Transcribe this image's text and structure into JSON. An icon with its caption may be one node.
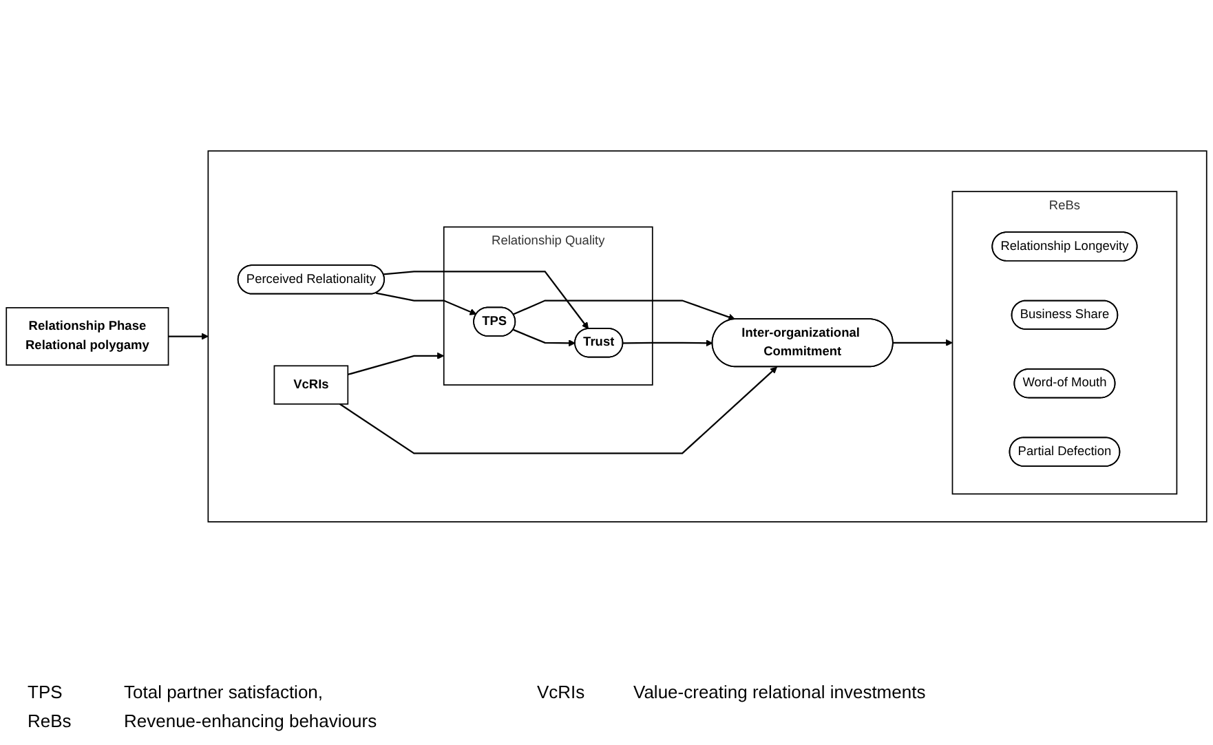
{
  "diagram": {
    "nodes": [
      {
        "text": [],
        "shape": "box"
      },
      {
        "text": [
          "Perceived Relationality"
        ],
        "in": 0
      },
      {
        "text": [
          "Relationship Quality"
        ],
        "in": 0
      },
      {
        "text": [
          "TPS"
        ],
        "in": 2
      },
      {
        "text": [
          "Trust"
        ],
        "in": 2
      },
      {
        "text": [
          "VcRIs"
        ],
        "in": 0
      },
      {
        "text": [
          "Inter-organizational Commitment"
        ],
        "in": 0
      },
      {
        "text": [
          "ReBs"
        ],
        "in": 0
      },
      {
        "text": [
          "Relationship Longevity"
        ],
        "in": 7
      },
      {
        "text": [
          "Business Share"
        ],
        "in": 7
      },
      {
        "text": [
          "Word-of Mouth"
        ],
        "in": 7
      },
      {
        "text": [
          "Partial Defection"
        ],
        "in": 7
      },
      {
        "text": [
          "Relationship Phase",
          "Relational polygamy"
        ]
      }
    ],
    "edges": [
      {
        "from": 1,
        "to": 3,
        "arrow": "to"
      },
      {
        "from": 1,
        "to": 4,
        "arrow": "to"
      },
      {
        "from": 3,
        "to": 4,
        "arrow": "to"
      },
      {
        "from": 3,
        "to": 6,
        "arrow": "to"
      },
      {
        "from": 4,
        "to": 6,
        "arrow": "to"
      },
      {
        "from": 5,
        "to": 2,
        "arrow": "to"
      },
      {
        "from": 5,
        "to": 6,
        "arrow": "to"
      },
      {
        "from": 6,
        "to": 7,
        "arrow": "to"
      },
      {
        "from": 12,
        "to": 0,
        "arrow": "to"
      }
    ],
    "labels": [
      "TPS",
      "Total partner satisfaction,",
      "VcRIs",
      "Value-creating relational investments",
      "ReBs",
      "Revenue-enhancing behaviours"
    ]
  }
}
